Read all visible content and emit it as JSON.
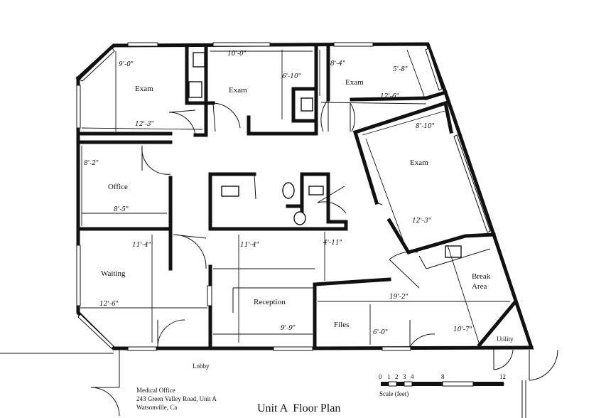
{
  "plan": {
    "title": "Unit A  Floor Plan",
    "address": {
      "line1": "Medical Office",
      "line2": "243 Green Valley Road, Unit A",
      "line3": "Watsonville, Ca"
    },
    "rooms": {
      "exam1": "Exam",
      "exam2": "Exam",
      "exam3": "Exam",
      "exam4": "Exam",
      "office": "Office",
      "waiting": "Waiting",
      "reception": "Reception",
      "files": "Files",
      "break_line1": "Break",
      "break_line2": "Area",
      "utility": "Utility",
      "lobby": "Lobby"
    },
    "dimensions": {
      "exam1_depth": "9'-0\"",
      "exam1_width": "12'-3\"",
      "exam2_width": "10'-0\"",
      "exam2_depth": "6'-10\"",
      "exam3_width": "8'-4\"",
      "exam3_diag": "5'-8\"",
      "exam3_depth": "12'-6\"",
      "exam4_width": "8'-10\"",
      "exam4_depth": "12'-3\"",
      "office_depth": "8'-2\"",
      "office_width": "8'-5\"",
      "waiting_depth": "11'-4\"",
      "waiting_width": "12'-6\"",
      "reception_depth": "11'-4\"",
      "corridor": "4'-11\"",
      "reception_width": "9'-9\"",
      "rear_width": "19'-2\"",
      "files_depth": "6'-0\"",
      "break_depth": "10'-7\""
    },
    "scale": {
      "label": "Scale  (feet)",
      "ticks": [
        "0",
        "1",
        "2",
        "3",
        "4",
        "8",
        "12"
      ]
    }
  }
}
